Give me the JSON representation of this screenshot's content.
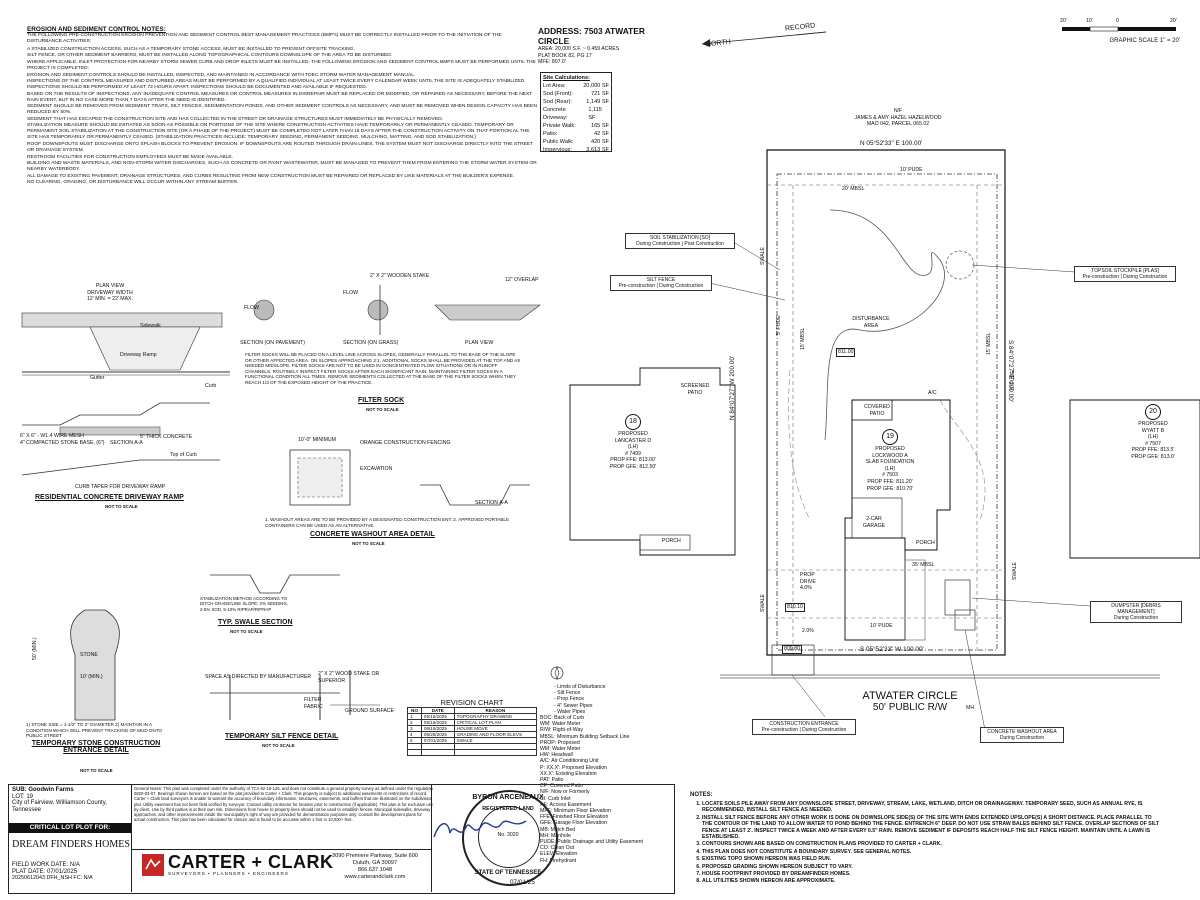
{
  "notes_title": "EROSION AND SEDIMENT CONTROL NOTES:",
  "notes_intro": "THE FOLLOWING PRE-CONSTRUCTION EROSION PREVENTION AND SEDIMENT CONTROL BEST MANAGEMENT PRACTICES (BMP's) MUST BE CORRECTLY INSTALLED PRIOR TO THE INITIATION OF THE DISTURBANCE ACTIVITIES:",
  "notes": [
    "A STABILIZED CONSTRUCTION ACCESS, SUCH AS A TEMPORARY STONE ACCESS, MUST BE INSTALLED TO PREVENT OFFSITE TRACKING.",
    "SILT FENCE, OR OTHER SEDIMENT BARRIERS, MUST BE INSTALLED ALONG TOPOGRAPHICAL CONTOURS DOWNSLOPE OF THE AREA TO BE DISTURBED.",
    "WHERE APPLICABLE, INLET PROTECTION FOR NEARBY STORM SEWER CURB AND DROP INLETS MUST BE INSTALLED. THE FOLLOWING EROSION AND SEDIMENT CONTROL BMPS MUST BE PERFORMED UNTIL THE PROJECT IS COMPLETED:",
    "EROSION AND SEDIMENT CONTROLS SHOULD BE INSTALLED, INSPECTED, AND MAINTAINED IN ACCORDANCE WITH TDEC STORM WATER MANAGEMENT MANUAL.",
    "INSPECTIONS OF THE CONTROL MEASURES AND DISTURBED AREAS MUST BE PERFORMED BY A QUALIFIED INDIVIDUAL AT LEAST TWICE EVERY CALENDAR WEEK UNTIL THE SITE IS ADEQUATELY STABILIZED. INSPECTIONS SHOULD BE PERFORMED AT LEAST 72 HOURS APART. INSPECTIONS SHOULD BE DOCUMENTED AND AVAILABLE IF REQUESTED.",
    "BASED ON THE RESULTS OF INSPECTIONS, ANY INADEQUATE CONTROL MEASURES OR CONTROL MEASURES IN DISREPAIR MUST BE REPLACED OR MODIFIED, OR REPAIRED AS NECESSARY, BEFORE THE NEXT RAIN EVENT, BUT IN NO CASE MORE THAN 7 DAYS AFTER THE NEED IS IDENTIFIED.",
    "SEDIMENT SHOULD BE REMOVED FROM SEDIMENT TRAPS, SILT FENCES, SEDIMENTATION PONDS, AND OTHER SEDIMENT CONTROLS AS NECESSARY, AND MUST BE REMOVED WHEN DESIGN CAPACITY HAS BEEN REDUCED BY 50%.",
    "SEDIMENT THAT HAS ESCAPED THE CONSTRUCTION SITE AND HAS COLLECTED IN THE STREET OR DRAINAGE STRUCTURES MUST IMMEDIATELY BE PHYSICALLY REMOVED.",
    "STABILIZATION MEASURE SHOULD BE INITIATED AS SOON AS POSSIBLE ON PORTIONS OF THE SITE WHERE CONSTRUCTION ACTIVITIES HAVE TEMPORARILY OR PERMANENTLY CEASED. TEMPORARY OR PERMANENT SOIL STABILIZATION AT THE CONSTRUCTION SITE (OR A PHASE OF THE PROJECT) MUST BE COMPLETED NOT LATER THAN 15 DAYS AFTER THE CONSTRUCTION ACTIVITY ON THAT PORTION AL THE SITE HAS TEMPORARILY OR PERMANENTLY CEASED. (STABILIZATION PRACTICES INCLUDE: TEMPORARY SEEDING, PERMANENT SEEDING, MULCHING, MATTING, AND SOD STABILIZATION.)",
    "ROOF DOWNSPOUTS MUST DISCHARGE ONTO SPLASH BLOCKS TO PREVENT EROSION. IF DOWNSPOUTS ARE ROUTED THROUGH DRAIN LINES, THE SYSTEM MUST NOT DISCHARGE DIRECTLY INTO THE STREET OR DRAINAGE SYSTEM.",
    "RESTROOM FACILITIES FOR CONSTRUCTION EMPLOYEES MUST BE MADE AVAILABLE.",
    "BUILDING AND WASTE MATERIALS, AND NON-STORM WATER DISCHARGES, SUCH AS CONCRETE OR PAINT WASTEWATER, MUST BE MANAGED TO PREVENT THEM FROM ENTERING THE STORM WATER SYSTEM OR NEARBY WATERBODY.",
    "ALL DAMAGE TO EXISTING PAVEMENT, DRAINAGE STRUCTURES, AND CURBS RESULTING FROM NEW CONSTRUCTION MUST BE REPAIRED OR REPLACED BY LIKE MATERIALS AT THE BUILDER'S EXPENSE.",
    "NO CLEARING, GRADING, OR DISTURBANCE WILL OCCUR WITHIN ANY STREAM BUFFER."
  ],
  "address": {
    "title": "ADDRESS: 7503 ATWATER CIRCLE",
    "lines": [
      "AREA: 20,000 S.F. ~ 0.459 ACRES",
      "PLAT BOOK 82, PG 17",
      "MFE: 807.0'"
    ]
  },
  "calcs": [
    [
      "Site Calculations:",
      ""
    ],
    [
      "Lot Area:",
      "20,000 SF"
    ],
    [
      "Sod (Front):",
      "721 SF"
    ],
    [
      "Sod (Rear):",
      "1,149 SF"
    ],
    [
      "Concrete Driveway:",
      "1,115 SF"
    ],
    [
      "Private Walk:",
      "165 SF"
    ],
    [
      "Patio:",
      "42 SF"
    ],
    [
      "Public Walk:",
      "420 SF"
    ],
    [
      "Impervious:",
      "3,613 SF"
    ]
  ],
  "north_label": "NORTH",
  "record_label": "RECORD",
  "scale": {
    "ticks": [
      "20'",
      "10'",
      "0",
      "20'"
    ],
    "text": "GRAPHIC SCALE 1\" = 20'"
  },
  "owners": {
    "north": [
      "N/F",
      "JAMES & AMY HAZEL HAZELWOOD",
      "MAO 042, PARCEL 065.02"
    ]
  },
  "bearings": {
    "north": "N 05°52'33\" E 100.00'",
    "south": "S 05°52'33\" W 100.00'",
    "west": "N 84°07'27\" W 200.00'",
    "east": "S 84°07'27\" E 200.00'"
  },
  "plan_labels": {
    "pude_top": "10' PUDE",
    "mbsl_top": "20' MBSL",
    "disturb": "DISTURBANCE AREA",
    "mbsl_side_l": "15' MBSL",
    "mbsl_side_r": "15' MBSL",
    "pude_side_l": "5' PUDE",
    "pude_side_r": "5' PUDE",
    "swale": "SWALE",
    "mbsl_front": "35' MBSL",
    "pude_bottom": "10' PUDE",
    "drive": "PROP DRIVE",
    "drive_slope": "4.0%",
    "slope2": "2.0%",
    "covered_patio": "COVERED PATIO",
    "garage": "2-CAR GARAGE",
    "porch": "PORCH",
    "ac": "A/C",
    "elev_811": "811.00",
    "elev_809": "809.80",
    "elev_810": "810.10",
    "street_name": "ATWATER CIRCLE",
    "street_row": "50' PUBLIC R/W",
    "mh": "MH"
  },
  "house": {
    "lot": "19",
    "lines": [
      "PROPOSED",
      "LOCKWOOD A",
      "SLAB FOUNDATION",
      "(LH)",
      "# 7503",
      "PROP FFE: 811.20'",
      "PROP GFE: 810.70'"
    ]
  },
  "lot18": {
    "lot": "18",
    "lines": [
      "PROPOSED",
      "LANCASTER D",
      "(LH)",
      "# 7499",
      "PROP FFE: 813.00'",
      "PROP GFE: 812.50'"
    ],
    "screened": "SCREENED PATIO",
    "porch": "PORCH"
  },
  "lot20": {
    "lot": "20",
    "lines": [
      "PROPOSED",
      "WYATT B",
      "(LH)",
      "# 7507",
      "PROP FFE: 813.5'",
      "PROP GFE: 813.0'"
    ]
  },
  "callouts": {
    "soil_stab": [
      "SOIL STABILIZATION [SO]",
      "During Construction | Post Construction"
    ],
    "silt": [
      "SILT FENCE",
      "Pre-construction | During Construction"
    ],
    "topsoil": [
      "TOPSOIL STOCKPILE [PLAS]",
      "Pre-construction | During Construction"
    ],
    "dumpster": [
      "DUMPSTER [DEBRIS MANAGEMENT]",
      "During Construction"
    ],
    "entrance": [
      "CONSTRUCTION ENTRANCE",
      "Pre-construction | During Construction"
    ],
    "washout": [
      "CONCRETE WASHOUT AREA",
      "During Construction"
    ]
  },
  "details": {
    "driveway_title": "RESIDENTIAL CONCRETE DRIVEWAY RAMP",
    "filter_title": "FILTER SOCK",
    "washout_title": "CONCRETE WASHOUT AREA DETAIL",
    "swale_title": "TYP. SWALE SECTION",
    "stone_title": "TEMPORARY STONE CONSTRUCTION ENTRANCE DETAIL",
    "silt_title": "TEMPORARY SILT FENCE DETAIL",
    "not_to_scale": "NOT TO SCALE",
    "plan_view": "PLAN VIEW",
    "driveway_width": "DRIVEWAY WIDTH",
    "driveway_range": "12' MIN. = 22' MAX.",
    "sidewalk": "Sidewalk",
    "driveway_ramp": "Driveway Ramp",
    "gutter": "Gutter",
    "curb": "Curb",
    "section_aa": "SECTION A-A",
    "curb_taper": "CURB TAPER FOR DRIVEWAY RAMP",
    "top_of_curb": "Top of Curb",
    "mesh_note": "6\" X 6\" - W1.4 WIRE MESH",
    "base_note": "4\" COMPACTED STONE BASE, (6\")",
    "thick_note": "5\" THICK CONCRETE",
    "stake_note": "2\" X 2\" WOODEN STAKE",
    "overlap": "12\" OVERLAP",
    "flow": "FLOW",
    "section_pavement": "SECTION (ON PAVEMENT)",
    "section_grass": "SECTION (ON GRASS)",
    "filter_notes": "FILTER SOCKS WILL BE PLACED ON A LEVEL LINE ACROSS SLOPES, GENERALLY PARALLEL TO THE BASE OF THE SLOPE OR OTHER AFFECTED AREA. ON SLOPES APPROACHING 2:1, ADDITIONAL SOCKS SHALL BE PROVIDED AT THE TOP AND AS NEEDED MIDSLOPE. FILTER SOCKS ARE NOT TO BE USED IN CONCENTRATED FLOW SITUATIONS OR IN RUNOFF CHANNELS. ROUTINELY INSPECT FILTER SOCKS AFTER EACH SIGNIFICANT RAIN, MAINTAINING FILTER SOCKS IN A FUNCTIONAL CONDITION ALL TIMES. REMOVE SEDIMENTS COLLECTED AT THE BASE OF THE FILTER SOCKS WHEN THEY REACH 1/3 OF THE EXPOSED HEIGHT OF THE PRACTICE.",
    "fencing": "ORANGE CONSTRUCTION FENCING",
    "excavation": "EXCAVATION",
    "minimum": "10'-0\" MINIMUM",
    "washout_notes": "1. WASHOUT AREAS ARE TO BE PROVIDED BY A DESIGNATED CONSTRUCTION ENT. 2. APPROVED PORTABLE CONTAINERS CAN BE USED AS AN ALTERNATIVE.",
    "swale_note": "STABILIZATION METHOD ACCORDING TO DITCH GRADE/LINE SLOPE: 2% SEEDING, 2-5% SOD, 5-10% RIPRAP/RIPRAP",
    "stone_label": "STONE",
    "stone_min": "10' (MIN.)",
    "stone_len": "50' (MIN.)",
    "stone_notes": "1) STONE SIZE = 1-1/2\" TO 2\" DIAMETER 2) MAINTAIN IN A CONDITION WHICH WILL PREVENT TRACKING OF MUD ONTO PUBLIC STREET",
    "silt_notes": "SPACE AS DIRECTED BY MANUFACTURER",
    "silt_fabric": "FILTER FABRIC",
    "silt_stake": "2\" X 2\" WOOD STAKE OR SUPERIOR",
    "ground_surface": "GROUND SURFACE"
  },
  "revision": {
    "title": "REVISION CHART",
    "headers": [
      "NO",
      "DATE",
      "REASON"
    ],
    "rows": [
      [
        "1",
        "05/15/2025",
        "TOPOGRAPHY DRAWING"
      ],
      [
        "2",
        "05/19/2025",
        "CRITICAL LOT PLAN"
      ],
      [
        "3",
        "06/19/2025",
        "HOUSE MOVE"
      ],
      [
        "4",
        "06/25/2025",
        "GRADING AND FLOOR ELEVS"
      ],
      [
        "5",
        "07/01/2025",
        "SWALE"
      ],
      [
        "",
        "",
        ""
      ],
      [
        "",
        "",
        ""
      ]
    ]
  },
  "legend": [
    "- Limits of Disturbance",
    "- Silt Fence",
    "- Prop Fence",
    "- 4\" Sewer Pipes",
    "- Water Pipes",
    "BOC: Back of Curb",
    "WM: Water Meter",
    "R/W: Right-of-Way",
    "MBSL: Minimum Building Setback Line",
    "PROP: Proposed",
    "WM: Water Meter",
    "HW: Headwall",
    "A/C: Air Conditioning Unit",
    "P: XX.X': Proposed Elevation",
    "XX.X': Existing Elevation",
    "PAT: Patio",
    "CP: Covered Patio",
    "N/F: Now or Formerly",
    "CI: Curb Inlet",
    "AE: Access Easement",
    "MFE: Minimum Floor Elevation",
    "FFE: Finished Floor Elevation",
    "GFE: Garage Floor Elevation",
    "MB: Mulch Bed",
    "MH: Manhole",
    "PUDE: Public Drainage and Utility Easement",
    "CO: Clean Out",
    "ELEV: Elevation",
    "FH: Firehydrant"
  ],
  "sub": {
    "lines": [
      "SUB: Goodwin Farms",
      "LOT: 19",
      "City of Fairview, Williamson County,",
      "Tennessee"
    ],
    "critical": "CRITICAL LOT PLOT FOR:",
    "builder": "DREAM FINDERS HOMES",
    "field": [
      "FIELD WORK DATE: N/A",
      "PLAT DATE: 07/01/2025",
      "20250612043 DFH_NSH FC: N/A"
    ]
  },
  "general_notes": "General Notes: This plan was completed under the authority of TCA 62-18-126, and does not constitute a general property survey as defined under the regulation 0820-03-07. Bearings shown hereon are based on the plat provided to Carter + Clark. This property is subject to additional easements or restrictions of record. Carter + Clark land surveyors is unable to warrant the accuracy of boundary information, structures, easements, and buffers that are illustrated on the subdivision plat. Utility easement has not been field verified by surveyor. Contact utility contractor for location prior to construction (if applicable). This plan is for exclusive use by client. Use by third parties is at their own risk. Dimensions from house to property lines should not be used to establish fences. Municipal sidewalks, driveway approaches, and other improvements inside the municipality's right of way are provided for demonstration purposes only. Consult the development plans for actual construction. This plan has been calculated for closure and is found to be accurate within 1 foot in 10,000+ feet.",
  "company": {
    "name": "CARTER + CLARK",
    "tagline": "SURVEYORS • PLANNERS • ENGINEERS",
    "address": [
      "3090 Premiere Parkway, Suite 600",
      "Duluth, GA 30097",
      "866.637.1048",
      "www.carterandclark.com"
    ]
  },
  "seal": {
    "top": "REGISTERED LAND",
    "name": "BYRON ARCENEAUX",
    "state": "STATE OF TENNESSEE",
    "no": "No. 3020",
    "date": "07/01/25"
  },
  "bottom_notes_title": "NOTES:",
  "bottom_notes": [
    "LOCATE SOILS PILE AWAY FROM ANY DOWNSLOPE STREET, DRIVEWAY, STREAM, LAKE, WETLAND, DITCH OR DRAINAGEWAY. TEMPORARY SEED, SUCH AS ANNUAL RYE, IS RECOMMENDED. INSTALL SILT FENCE AS NEEDED.",
    "INSTALL SILT FENCE BEFORE ANY OTHER WORK IS DONE ON DOWNSLOPE SIDE(S) OF THE SITE WITH ENDS EXTENDED UPSLOPE(S) A SHORT DISTANCE. PLACE PARALLEL TO THE CONTOUR OF THE LAND TO ALLOW WATER TO POND BEHIND THE FENCE. ENTRENCH 6\" DEEP. DO NOT USE STRAW BALES BEHIND SILT FENCE. OVERLAP SECTIONS OF SILT FENCE AT LEAST 2'. INSPECT TWICE A WEEK AND AFTER EVERY 0.5\" RAIN. REMOVE SEDIMENT IF DEPOSITS REACH HALF THE SILT FENCE HEIGHT. MAINTAIN UNTIL A LAWN IS ESTABLISHED.",
    "CONTOURS SHOWN ARE BASED ON CONSTRUCTION PLANS PROVIDED TO CARTER + CLARK.",
    "THIS PLAN DOES NOT CONSTITUTE A BOUNDARY SURVEY. SEE GENERAL NOTES.",
    "EXISTING TOPO SHOWN HEREON WAS FIELD RUN.",
    "PROPOSED GRADING SHOWN HEREON SUBJECT TO VARY.",
    "HOUSE FOOTPRINT PROVIDED BY DREAMFINDER HOMES.",
    "ALL UTILITIES SHOWN HEREON ARE APPROXIMATE."
  ]
}
